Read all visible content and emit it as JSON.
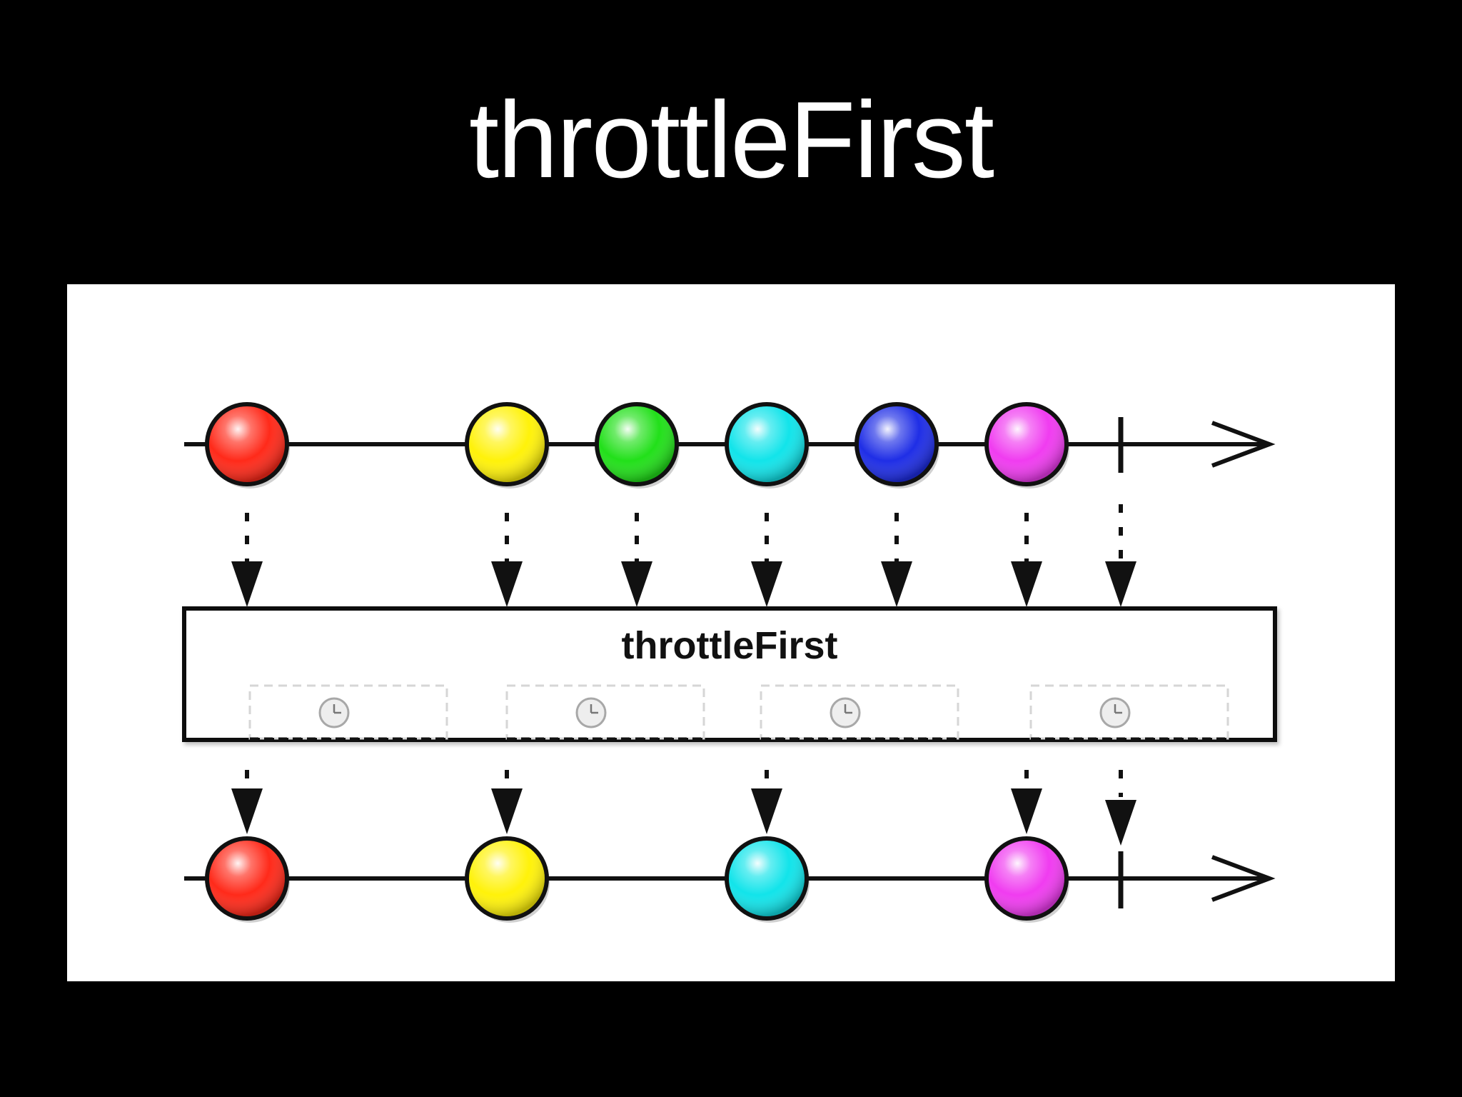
{
  "slide": {
    "title": "throttleFirst"
  },
  "diagram": {
    "operator_label": "throttleFirst",
    "colors": {
      "red": "#ff2a1a",
      "yellow": "#fff20a",
      "green": "#22e01a",
      "cyan": "#12e4ea",
      "blue": "#1f2ee6",
      "magenta": "#f03cf0"
    },
    "input_marbles": [
      {
        "name": "red",
        "color": "#ff2a1a"
      },
      {
        "name": "yellow",
        "color": "#fff20a"
      },
      {
        "name": "green",
        "color": "#22e01a"
      },
      {
        "name": "cyan",
        "color": "#12e4ea"
      },
      {
        "name": "blue",
        "color": "#1f2ee6"
      },
      {
        "name": "magenta",
        "color": "#f03cf0"
      }
    ],
    "output_marbles": [
      {
        "name": "red",
        "color": "#ff2a1a"
      },
      {
        "name": "yellow",
        "color": "#fff20a"
      },
      {
        "name": "cyan",
        "color": "#12e4ea"
      },
      {
        "name": "magenta",
        "color": "#f03cf0"
      }
    ],
    "throttle_windows": 4,
    "window_icon": "clock-icon",
    "completion_marker": "completion-tick",
    "arrowhead_icon": "open-arrowhead-icon"
  }
}
